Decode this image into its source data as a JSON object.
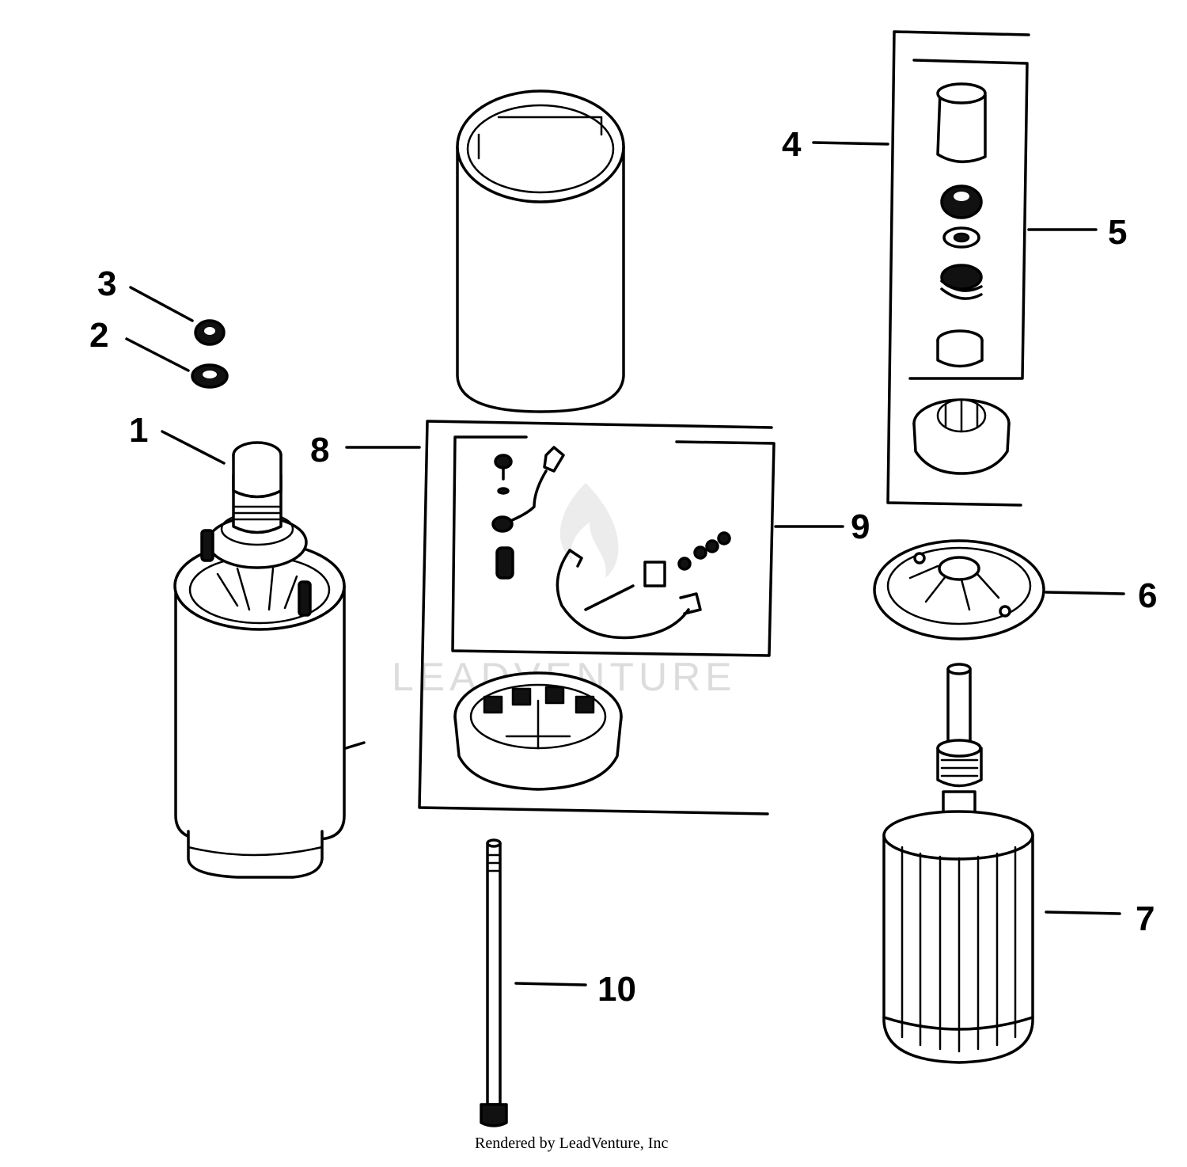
{
  "watermark": {
    "text": "LEADVENTURE"
  },
  "credit": "Rendered by LeadVenture, Inc",
  "callouts": [
    {
      "id": "1",
      "label": "1"
    },
    {
      "id": "2",
      "label": "2"
    },
    {
      "id": "3",
      "label": "3"
    },
    {
      "id": "4",
      "label": "4"
    },
    {
      "id": "5",
      "label": "5"
    },
    {
      "id": "6",
      "label": "6"
    },
    {
      "id": "7",
      "label": "7"
    },
    {
      "id": "8",
      "label": "8"
    },
    {
      "id": "9",
      "label": "9"
    },
    {
      "id": "10",
      "label": "10"
    }
  ],
  "colors": {
    "line": "#000000",
    "background": "#ffffff",
    "watermark": "#dcdcdc"
  }
}
